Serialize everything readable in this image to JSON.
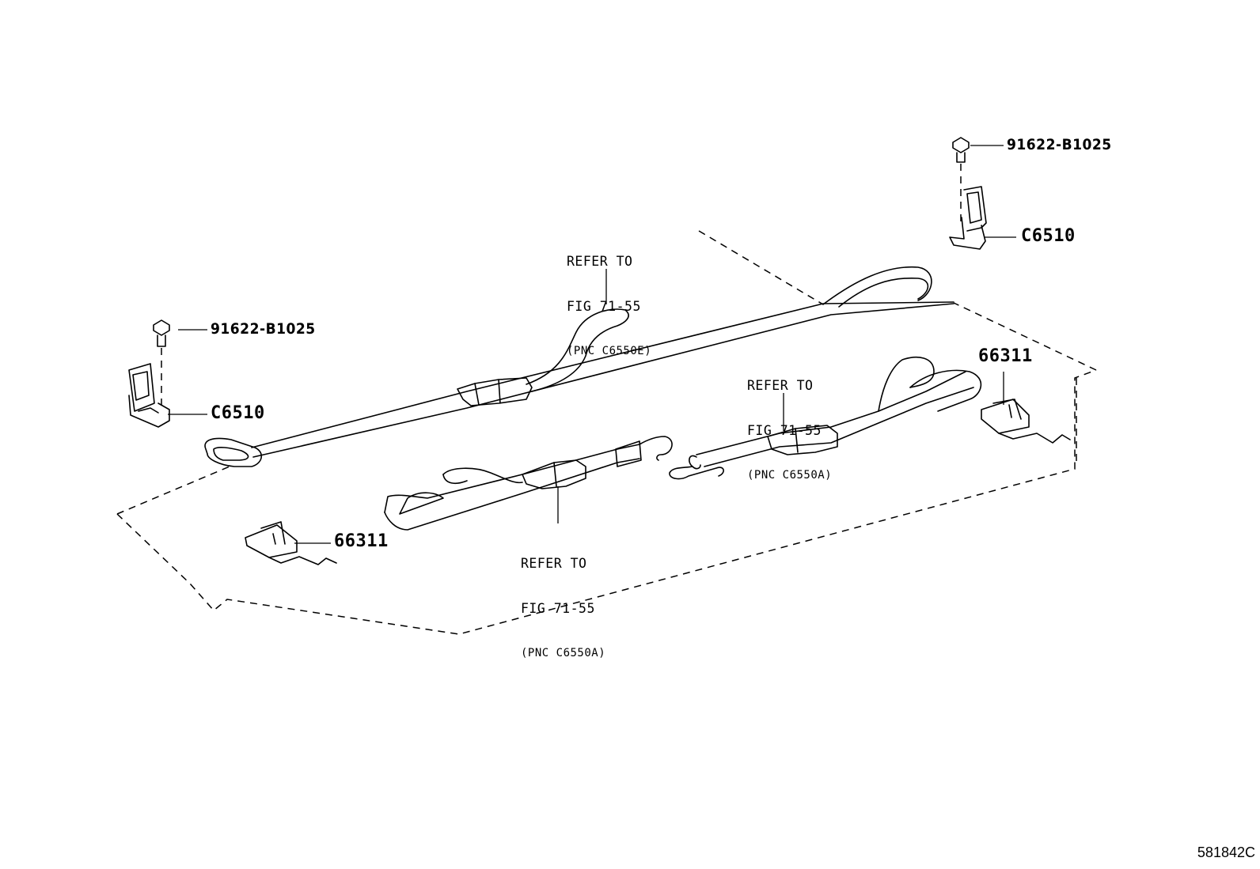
{
  "labels": {
    "bolt_right": "91622-B1025",
    "bracket_right": "C6510",
    "bolt_left": "91622-B1025",
    "bracket_left": "C6510",
    "hook_right": "66311",
    "hook_left": "66311",
    "refer_top": {
      "line1": "REFER TO",
      "line2": "FIG 71-55",
      "line3": "(PNC C6550E)"
    },
    "refer_right": {
      "line1": "REFER TO",
      "line2": "FIG 71-55",
      "line3": "(PNC C6550A)"
    },
    "refer_bottom": {
      "line1": "REFER TO",
      "line2": "FIG 71-55",
      "line3": "(PNC C6550A)"
    }
  },
  "figure_id": "581842C"
}
